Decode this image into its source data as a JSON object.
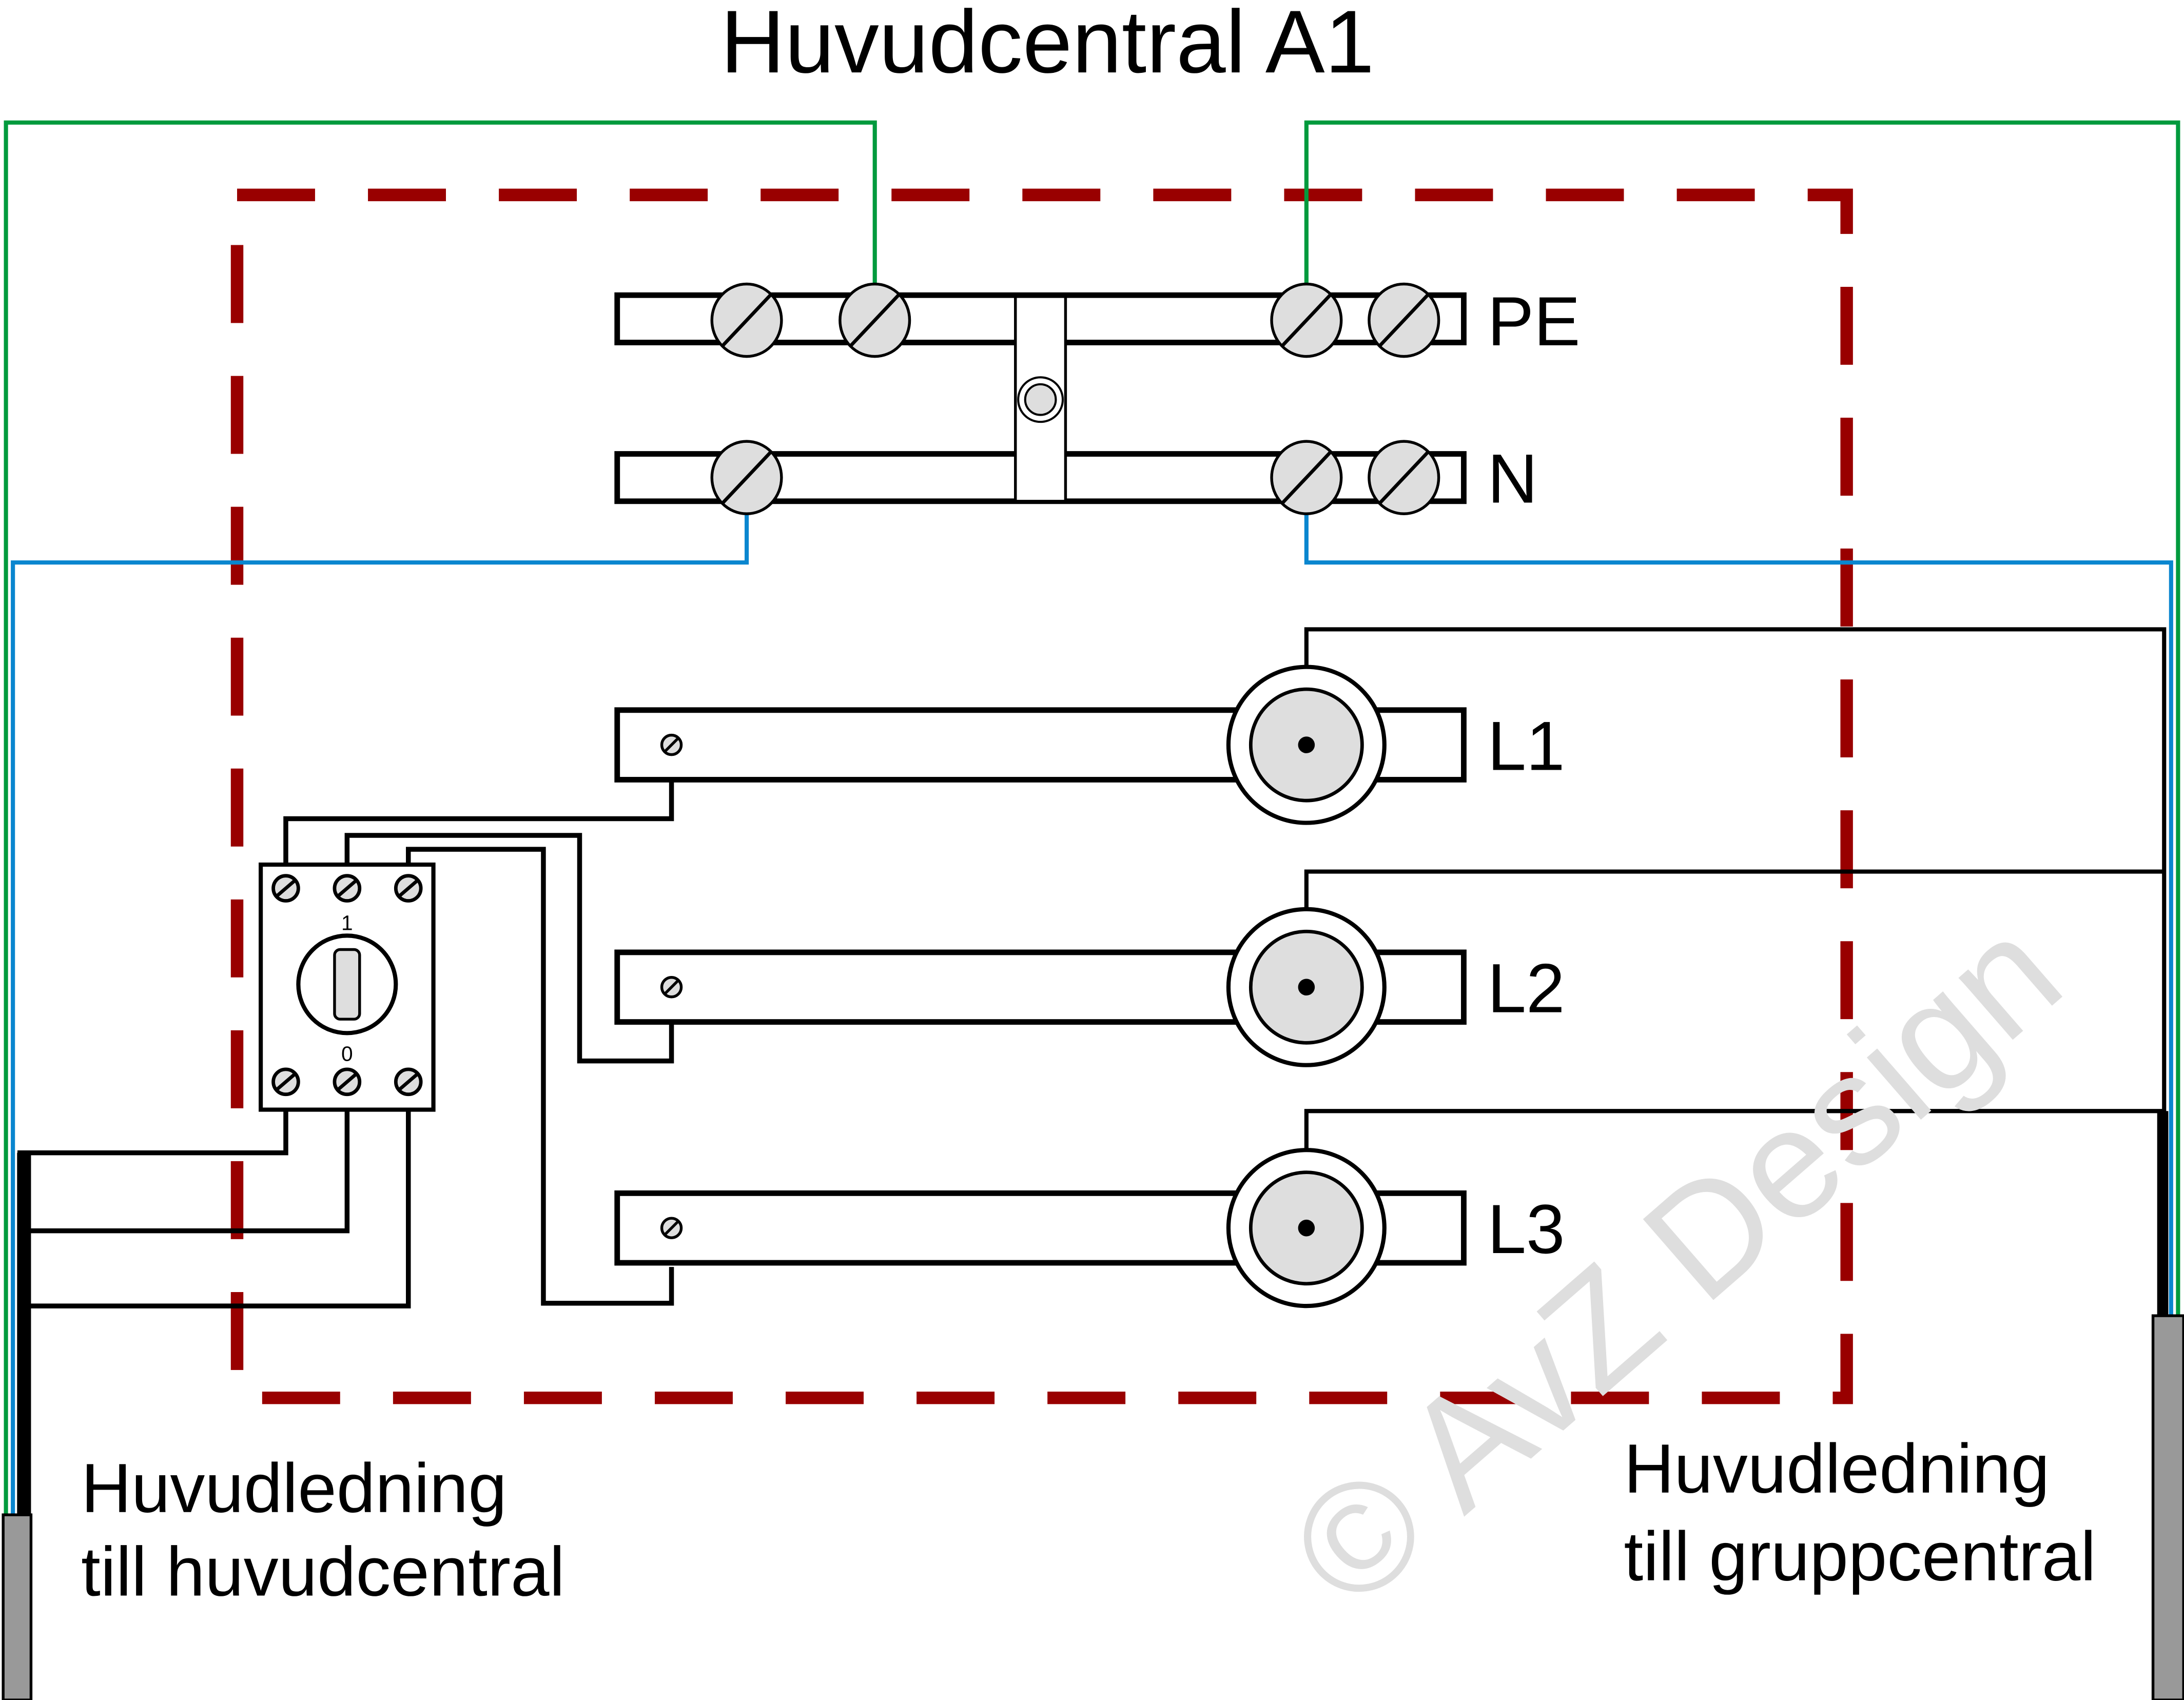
{
  "title": "Huvudcentral A1",
  "colors": {
    "pe_wire": "#009a3d",
    "n_wire": "#0a86cf",
    "phase_wire": "#000000",
    "enclosure_dash": "#990000",
    "terminal_fill": "#dedede",
    "cable_sheath": "#999999",
    "watermark": "#dedede"
  },
  "busbars": {
    "pe_label": "PE",
    "n_label": "N"
  },
  "phases": [
    {
      "label": "L1"
    },
    {
      "label": "L2"
    },
    {
      "label": "L3"
    }
  ],
  "main_switch": {
    "on_label": "1",
    "off_label": "0"
  },
  "cables": {
    "incoming": {
      "line1": "Huvudledning",
      "line2": "till huvudcentral"
    },
    "outgoing": {
      "line1": "Huvudledning",
      "line2": "till gruppcentral"
    }
  },
  "watermark": "© AvZ Design"
}
